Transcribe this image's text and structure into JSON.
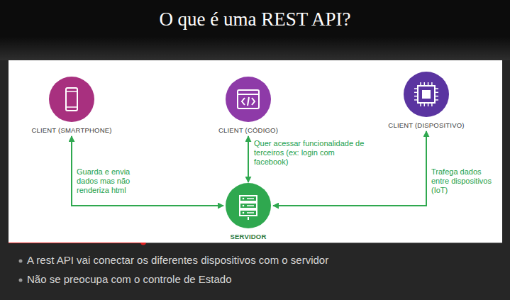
{
  "diagram": {
    "title": "O que é uma REST API?",
    "nodes": [
      {
        "text": [
          "CLIENT (SMARTPHONE)"
        ]
      },
      {
        "text": [
          "CLIENT (CÓDIGO)"
        ]
      },
      {
        "text": [
          "CLIENT (DISPOSITIVO)"
        ]
      },
      {
        "text": [
          "SERVIDOR"
        ]
      }
    ],
    "edges": [
      {
        "from": 0,
        "to": 3,
        "arrow": "both",
        "label": "Guarda e envia dados mas não renderiza html"
      },
      {
        "from": 1,
        "to": 3,
        "arrow": "both",
        "label": "Quer acessar funcionalidade de terceiros (ex: login com facebook)"
      },
      {
        "from": 2,
        "to": 3,
        "arrow": "both",
        "label": "Trafega dados entre dispositivos (IoT)"
      }
    ],
    "labels": [
      "A rest API vai conectar os diferentes dispositivos com o servidor",
      "Não se preocupa com o controle de Estado"
    ]
  }
}
